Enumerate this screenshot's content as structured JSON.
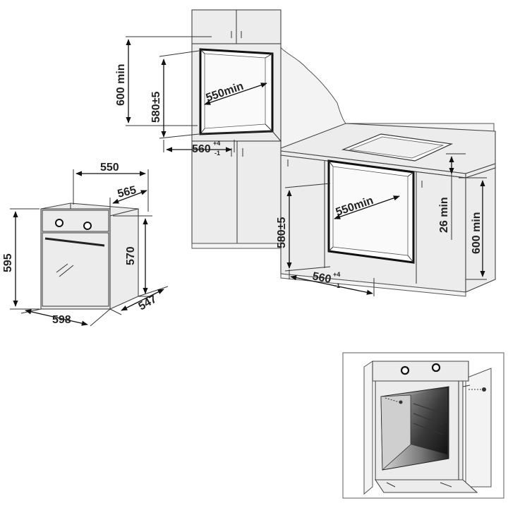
{
  "labels": {
    "upper_height": "600 min",
    "upper_niche_height": "580±5",
    "upper_depth": "550min",
    "upper_width_main": "560",
    "upper_width_sup": "+4",
    "upper_width_sub": "-1",
    "oven_width_top": "550",
    "oven_depth_top": "565",
    "oven_body_height": "570",
    "oven_total_height": "595",
    "oven_width": "598",
    "oven_depth": "547",
    "lower_niche_height": "580±5",
    "lower_depth": "550min",
    "lower_width_main": "560",
    "lower_width_sup": "+4",
    "lower_width_sub": "-1",
    "worktop_gap": "26 min",
    "lower_height": "600 min"
  },
  "colors": {
    "line": "#222222",
    "cabinet_fill": "#ececec",
    "cavity_dark": "#2a2a2a"
  },
  "icons": [
    "screw-icon",
    "knob-icon"
  ]
}
